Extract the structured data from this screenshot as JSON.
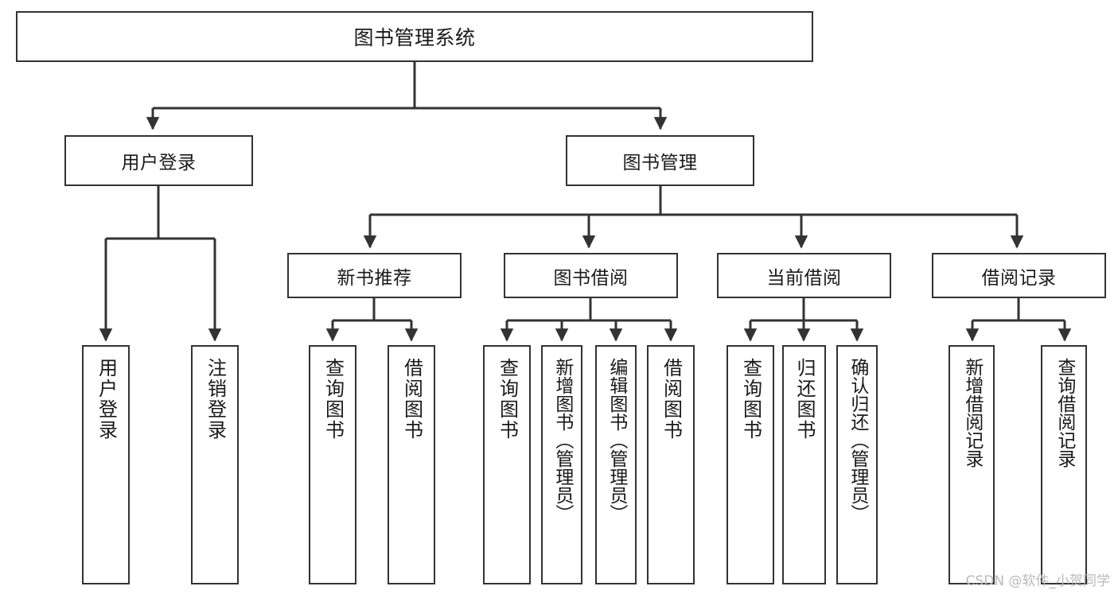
{
  "diagram": {
    "title": "图书管理系统",
    "type": "hierarchy-tree",
    "watermark": "CSDN @软件_小贺同学",
    "colors": {
      "box_border": "#333333",
      "box_fill": "#ffffff",
      "connector": "#333333",
      "text": "#1a1a1a",
      "watermark": "#b9b9b9"
    },
    "nodes": {
      "root": {
        "label": "图书管理系统"
      },
      "level1": [
        {
          "label": "用户登录"
        },
        {
          "label": "图书管理"
        }
      ],
      "level2": [
        {
          "label": "新书推荐"
        },
        {
          "label": "图书借阅"
        },
        {
          "label": "当前借阅"
        },
        {
          "label": "借阅记录"
        }
      ],
      "leaves": {
        "user_login": [
          {
            "label": "用户登录"
          },
          {
            "label": "注销登录"
          }
        ],
        "new_book_recommend": [
          {
            "label": "查询图书"
          },
          {
            "label": "借阅图书"
          }
        ],
        "book_borrow": [
          {
            "label": "查询图书"
          },
          {
            "label": "新增图书（管理员）"
          },
          {
            "label": "编辑图书（管理员）"
          },
          {
            "label": "借阅图书"
          }
        ],
        "current_borrow": [
          {
            "label": "查询图书"
          },
          {
            "label": "归还图书"
          },
          {
            "label": "确认归还（管理员）"
          }
        ],
        "borrow_record": [
          {
            "label": "新增借阅记录"
          },
          {
            "label": "查询借阅记录"
          }
        ]
      }
    }
  }
}
